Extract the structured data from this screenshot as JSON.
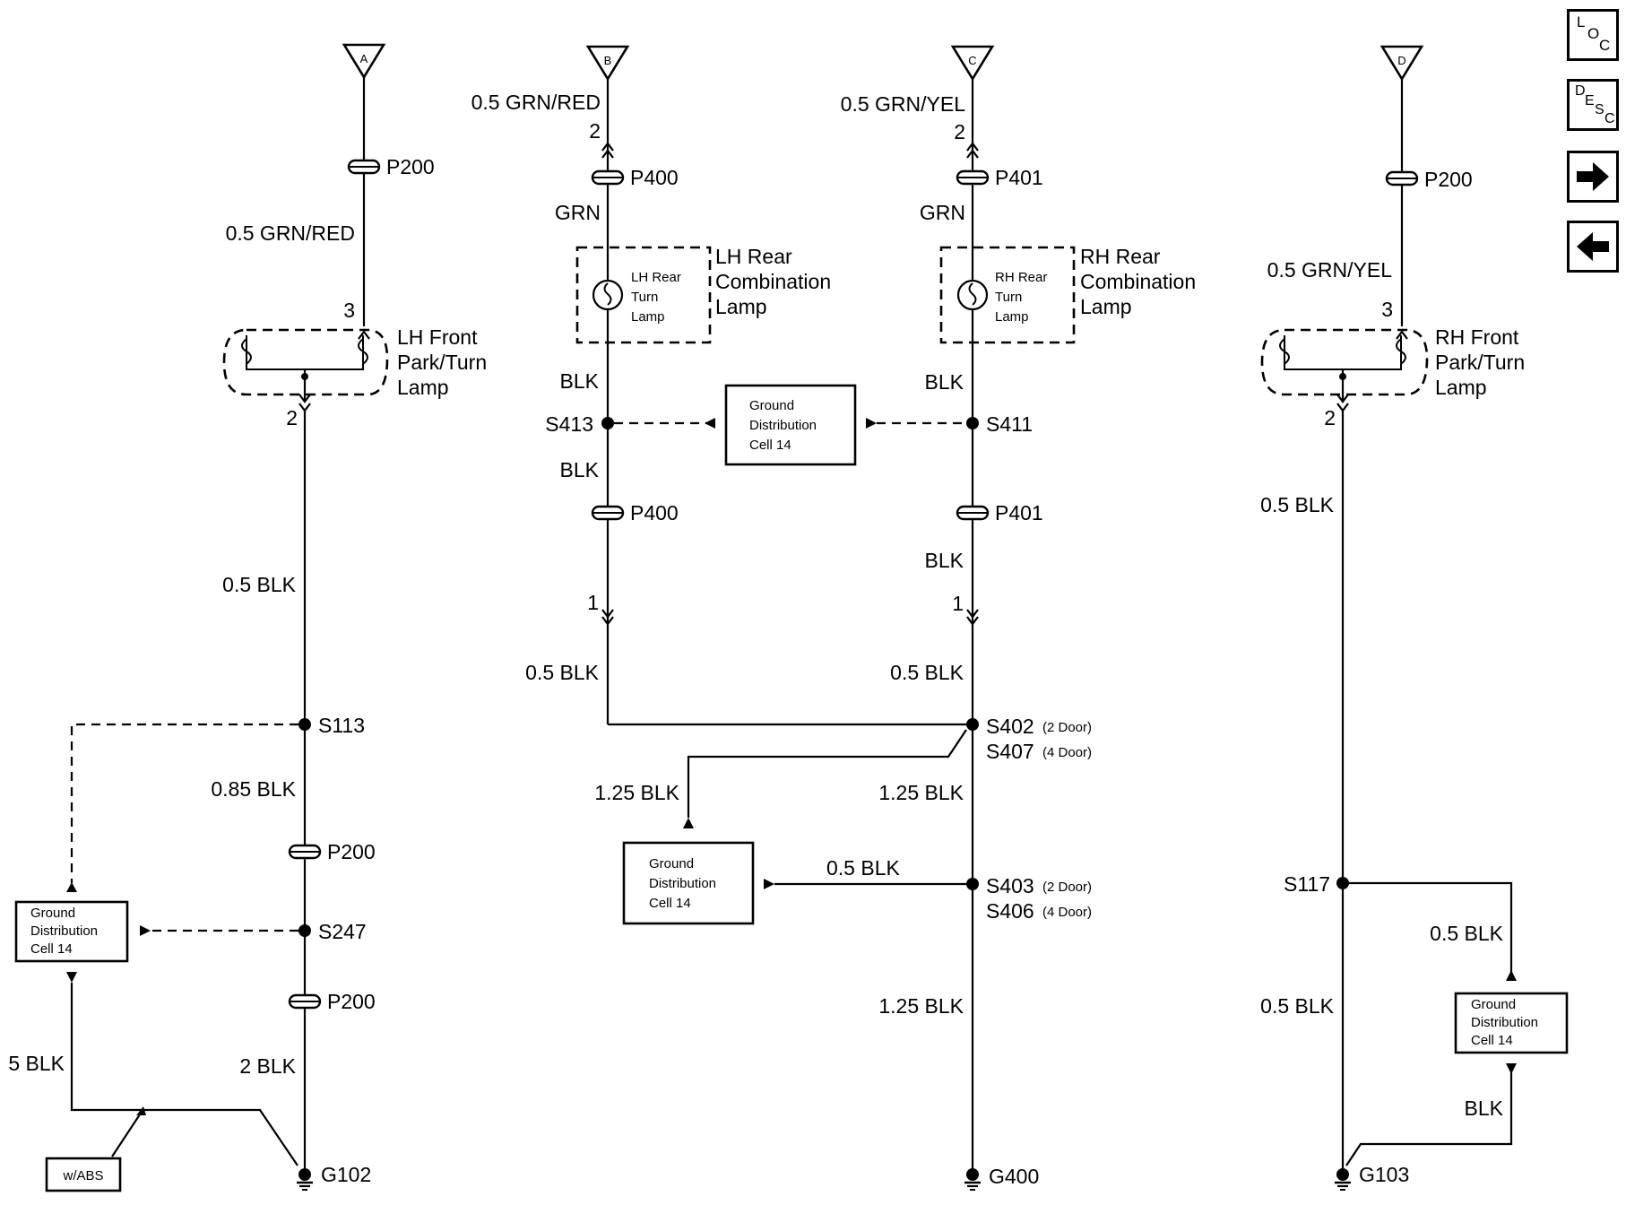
{
  "nav": {
    "loc": {
      "l": "L",
      "o": "O",
      "c": "C"
    },
    "desc": {
      "d": "D",
      "e": "E",
      "s": "S",
      "c": "C"
    },
    "next_icon": "arrow-right-icon",
    "prev_icon": "arrow-left-icon"
  },
  "circuit_a": {
    "terminal": "A",
    "connector_top": "P200",
    "wire_top": "0.5 GRN/RED",
    "pin_top": "3",
    "lamp": [
      "LH Front",
      "Park/Turn",
      "Lamp"
    ],
    "pin_bottom": "2",
    "wire_mid": "0.5 BLK",
    "splice1": "S113",
    "wire_2": "0.85 BLK",
    "connector_2": "P200",
    "splice2": "S247",
    "connector_3": "P200",
    "wire_3": "2 BLK",
    "wire_abs": "5 BLK",
    "abs_label": "w/ABS",
    "ground": "G102",
    "gd_box": [
      "Ground",
      "Distribution",
      "Cell 14"
    ]
  },
  "circuit_b": {
    "terminal": "B",
    "wire_top": "0.5 GRN/RED",
    "pin_top": "2",
    "connector_top": "P400",
    "wire_2": "GRN",
    "lamp_inner": [
      "LH Rear",
      "Turn",
      "Lamp"
    ],
    "lamp_outer": [
      "LH Rear",
      "Combination",
      "Lamp"
    ],
    "wire_3": "BLK",
    "splice": "S413",
    "wire_4": "BLK",
    "connector_2": "P400",
    "pin_bottom": "1",
    "wire_5": "0.5 BLK",
    "wire_6": "1.25 BLK",
    "gd_box": [
      "Ground",
      "Distribution",
      "Cell 14"
    ]
  },
  "center_gd_box": [
    "Ground",
    "Distribution",
    "Cell 14"
  ],
  "circuit_c": {
    "terminal": "C",
    "wire_top": "0.5 GRN/YEL",
    "pin_top": "2",
    "connector_top": "P401",
    "wire_2": "GRN",
    "lamp_inner": [
      "RH Rear",
      "Turn",
      "Lamp"
    ],
    "lamp_outer": [
      "RH Rear",
      "Combination",
      "Lamp"
    ],
    "wire_3": "BLK",
    "splice": "S411",
    "connector_2": "P401",
    "wire_4": "BLK",
    "pin_bottom": "1",
    "wire_5": "0.5 BLK",
    "splice2a": "S402",
    "splice2a_note": "(2 Door)",
    "splice2b": "S407",
    "splice2b_note": "(4 Door)",
    "wire_6": "1.25 BLK",
    "wire_link": "0.5 BLK",
    "splice3a": "S403",
    "splice3a_note": "(2 Door)",
    "splice3b": "S406",
    "splice3b_note": "(4 Door)",
    "wire_7": "1.25 BLK",
    "ground": "G400"
  },
  "circuit_d": {
    "terminal": "D",
    "connector_top": "P200",
    "wire_top": "0.5 GRN/YEL",
    "pin_top": "3",
    "lamp": [
      "RH Front",
      "Park/Turn",
      "Lamp"
    ],
    "pin_bottom": "2",
    "wire_mid": "0.5 BLK",
    "splice": "S117",
    "wire_branch": "0.5 BLK",
    "wire_low": "0.5 BLK",
    "gd_box": [
      "Ground",
      "Distribution",
      "Cell 14"
    ],
    "wire_gd": "BLK",
    "ground": "G103"
  }
}
